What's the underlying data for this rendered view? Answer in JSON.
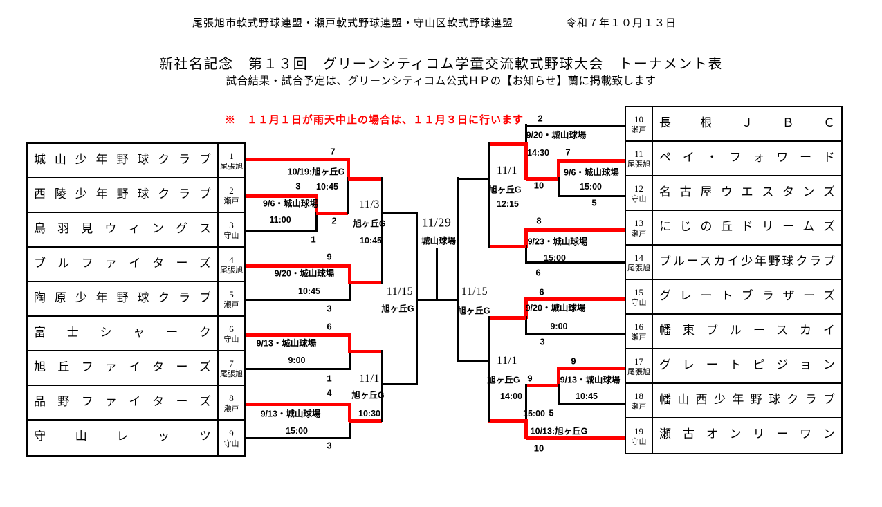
{
  "header": {
    "leagues": "尾張旭市軟式野球連盟・瀬戸軟式野球連盟・守山区軟式野球連盟",
    "date": "令和７年１０月１３日",
    "title": "新社名記念　第１３回　グリーンシティコム学童交流軟式野球大会　トーナメント表",
    "subtitle": "試合結果・試合予定は、グリーンシティコム公式ＨＰの【お知らせ】蘭に掲載致します",
    "notice": "※　１１月１日が雨天中止の場合は、１１月３日に行います"
  },
  "colors": {
    "winner_path": "#ff0000",
    "line": "#000000",
    "notice": "#ff0000"
  },
  "left_table": {
    "rows": [
      {
        "no": "1",
        "city": "尾張旭",
        "name": "城山少年野球クラブ"
      },
      {
        "no": "2",
        "city": "瀬戸",
        "name": "西陵少年野球クラブ"
      },
      {
        "no": "3",
        "city": "守山",
        "name": "鳥羽見ウィングス"
      },
      {
        "no": "4",
        "city": "尾張旭",
        "name": "ブルファイターズ"
      },
      {
        "no": "5",
        "city": "瀬戸",
        "name": "陶原少年野球クラブ"
      },
      {
        "no": "6",
        "city": "守山",
        "name": "富士シャーク"
      },
      {
        "no": "7",
        "city": "尾張旭",
        "name": "旭丘ファイターズ"
      },
      {
        "no": "8",
        "city": "瀬戸",
        "name": "品野ファイターズ"
      },
      {
        "no": "9",
        "city": "守山",
        "name": "守山レッツ"
      }
    ]
  },
  "right_table": {
    "rows": [
      {
        "no": "10",
        "city": "瀬戸",
        "name": "長根ＪＢＣ"
      },
      {
        "no": "11",
        "city": "尾張旭",
        "name": "ペイ・フォワード"
      },
      {
        "no": "12",
        "city": "守山",
        "name": "名古屋ウエスタンズ"
      },
      {
        "no": "13",
        "city": "瀬戸",
        "name": "にじの丘ドリームズ"
      },
      {
        "no": "14",
        "city": "尾張旭",
        "name": "ブルースカイ少年野球クラブ"
      },
      {
        "no": "15",
        "city": "守山",
        "name": "グレートブラザーズ"
      },
      {
        "no": "16",
        "city": "瀬戸",
        "name": "幡東ブルースカイ"
      },
      {
        "no": "17",
        "city": "尾張旭",
        "name": "グレートピジョン"
      },
      {
        "no": "18",
        "city": "瀬戸",
        "name": "幡山西少年野球クラブ"
      },
      {
        "no": "19",
        "city": "守山",
        "name": "瀬古オンリーワン"
      }
    ]
  },
  "matches": {
    "a": {
      "date": "9/6・城山球場",
      "time": "11:00",
      "score_top": "3",
      "score_bottom": "1"
    },
    "b": {
      "date": "10/19:旭ヶ丘G",
      "time": "10:45",
      "score_top": "7",
      "score_bottom": "2"
    },
    "c": {
      "date": "9/20・城山球場",
      "time": "10:45",
      "score_top": "9",
      "score_bottom": "3"
    },
    "d": {
      "date": "9/13・城山球場",
      "time": "9:00",
      "score_top": "6",
      "score_bottom": "1"
    },
    "e": {
      "date": "9/13・城山球場",
      "time": "15:00",
      "score_top": "4",
      "score_bottom": "3"
    },
    "k": {
      "date": "9/6・城山球場",
      "time": "15:00",
      "score_top": "7",
      "score_bottom": "5"
    },
    "l": {
      "date": "9/20・城山球場",
      "time": "14:30",
      "score_top": "2",
      "score_bottom": "10"
    },
    "m": {
      "date": "9/23・城山球場",
      "time": "15:00",
      "score_top": "8",
      "score_bottom": "6"
    },
    "n": {
      "date": "9/20・城山球場",
      "time": "9:00",
      "score_top": "6",
      "score_bottom": "3"
    },
    "o": {
      "date": "9/13・城山球場",
      "time": "10:45",
      "score_top": "9",
      "score_bottom": "5"
    },
    "p": {
      "date": "10/13:旭ヶ丘G",
      "time": "15:00",
      "score_top": "9",
      "score_bottom": "10"
    }
  },
  "rounds": {
    "g": {
      "date": "11/3",
      "venue": "旭ヶ丘G",
      "time": "10:45"
    },
    "f": {
      "date": "11/1",
      "venue": "旭ヶ丘G",
      "time": "10:30"
    },
    "s": {
      "date": "11/1",
      "venue": "旭ヶ丘G",
      "time": "12:15"
    },
    "t": {
      "date": "11/1",
      "venue": "旭ヶ丘G",
      "time": "14:00"
    },
    "semi_left": {
      "date": "11/15",
      "venue": "旭ヶ丘G"
    },
    "semi_right": {
      "date": "11/15",
      "venue": "旭ヶ丘G"
    },
    "final": {
      "date": "11/29",
      "venue": "城山球場"
    }
  }
}
